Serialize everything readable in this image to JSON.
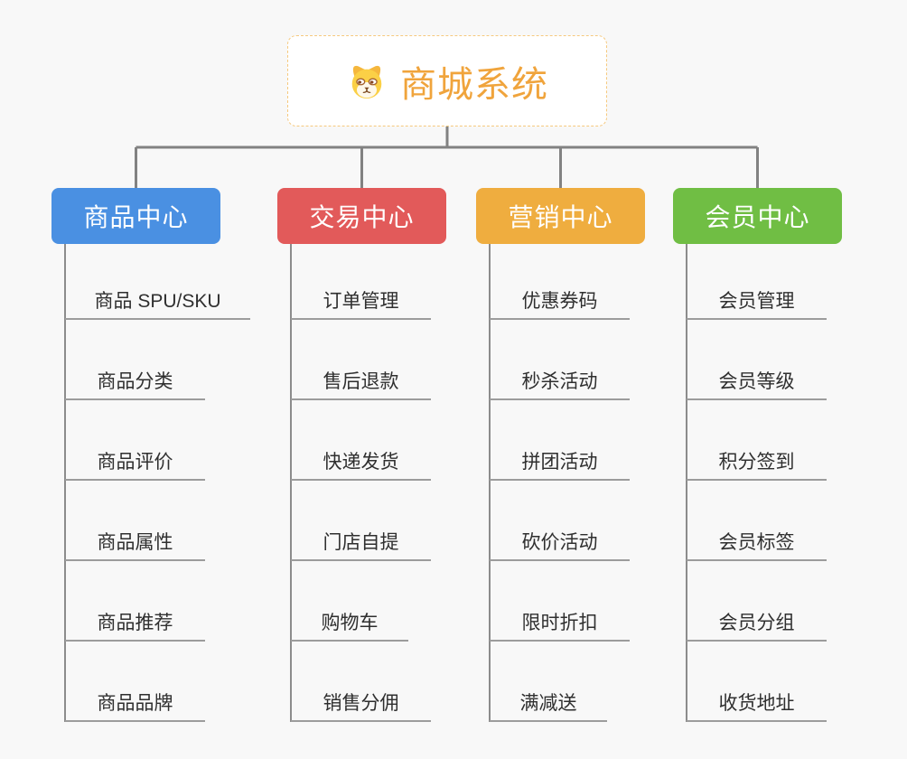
{
  "root": {
    "label": "商城系统",
    "icon": "dog-face-icon",
    "text_color": "#F0A43C",
    "border_color": "#F6C97E"
  },
  "branches": [
    {
      "label": "商品中心",
      "color": "#4A90E2",
      "children": [
        "商品 SPU/SKU",
        "商品分类",
        "商品评价",
        "商品属性",
        "商品推荐",
        "商品品牌"
      ]
    },
    {
      "label": "交易中心",
      "color": "#E25A5A",
      "children": [
        "订单管理",
        "售后退款",
        "快递发货",
        "门店自提",
        "购物车",
        "销售分佣"
      ]
    },
    {
      "label": "营销中心",
      "color": "#EFAD3F",
      "children": [
        "优惠券码",
        "秒杀活动",
        "拼团活动",
        "砍价活动",
        "限时折扣",
        "满减送"
      ]
    },
    {
      "label": "会员中心",
      "color": "#70BE44",
      "children": [
        "会员管理",
        "会员等级",
        "积分签到",
        "会员标签",
        "会员分组",
        "收货地址"
      ]
    }
  ],
  "connector_color": "#828282",
  "leaf_line_color": "#9C9C9C"
}
